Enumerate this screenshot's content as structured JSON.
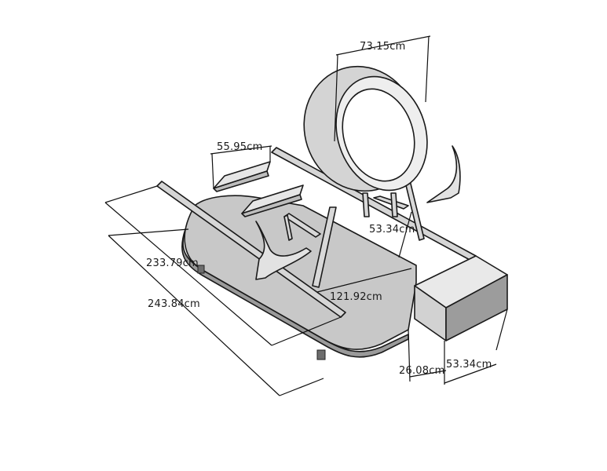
{
  "dimensions": {
    "wheel_width": "73.15cm",
    "ramp_width": "55.95cm",
    "inner_length": "233.79cm",
    "total_length": "243.84cm",
    "board_width": "121.92cm",
    "rail_gap": "53.34cm",
    "box_depth": "26.08cm",
    "box_width": "53.34cm"
  }
}
